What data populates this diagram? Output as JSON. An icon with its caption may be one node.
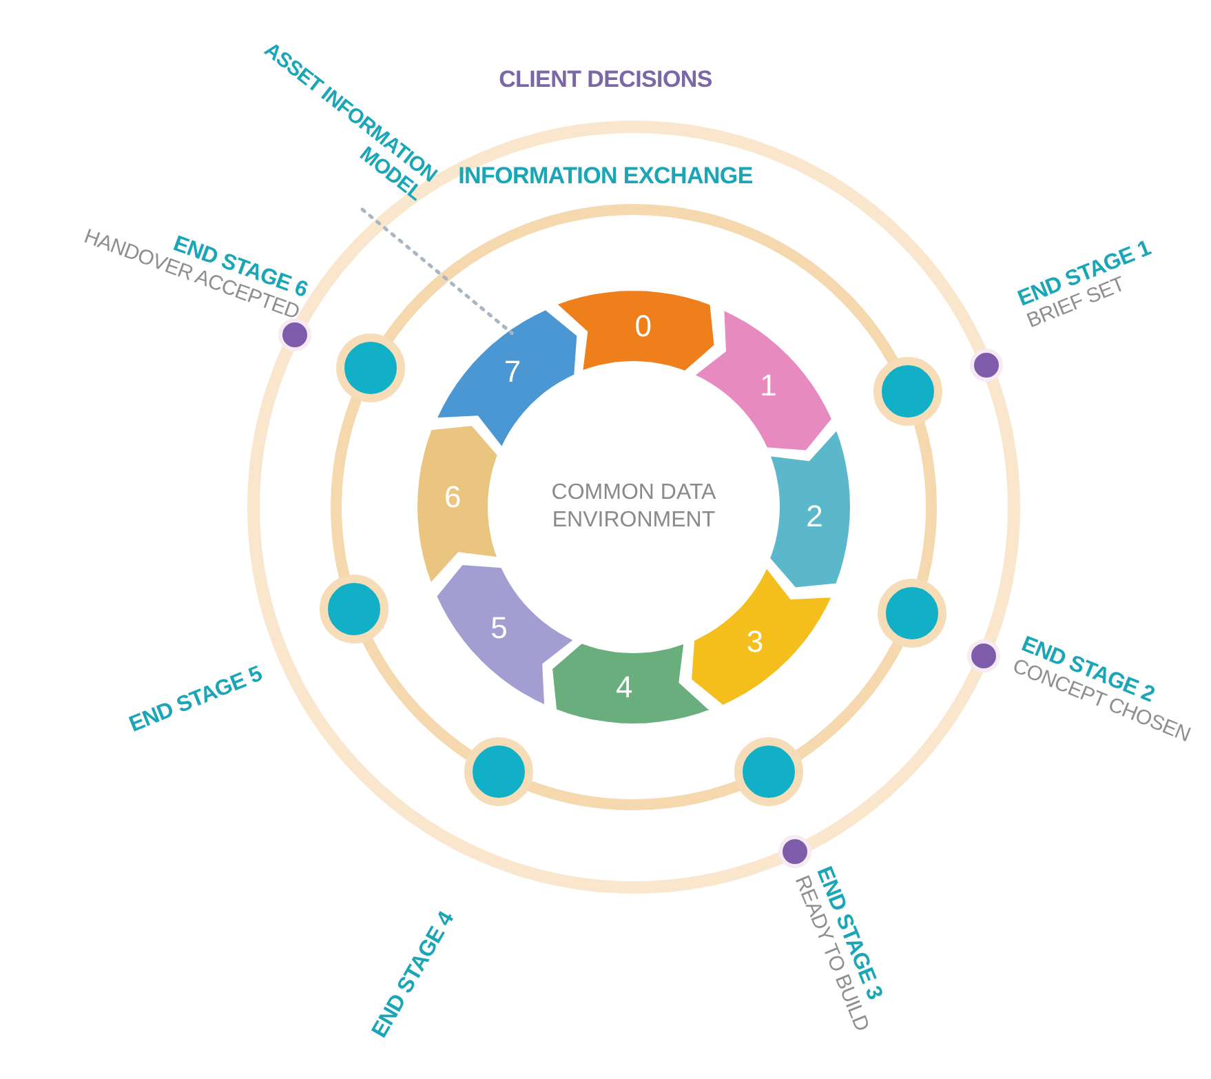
{
  "diagram": {
    "nodes": [
      {
        "text": [
          "COMMON DATA ENVIRONMENT"
        ]
      },
      {
        "text": [
          "0"
        ]
      },
      {
        "text": [
          "1"
        ]
      },
      {
        "text": [
          "2"
        ]
      },
      {
        "text": [
          "3"
        ]
      },
      {
        "text": [
          "4"
        ]
      },
      {
        "text": [
          "5"
        ]
      },
      {
        "text": [
          "6"
        ]
      },
      {
        "text": [
          "7"
        ]
      },
      {
        "text": [],
        "shape": "circle"
      },
      {
        "text": [],
        "shape": "circle"
      },
      {
        "text": [],
        "shape": "circle"
      },
      {
        "text": [],
        "shape": "circle"
      },
      {
        "text": [],
        "shape": "circle"
      },
      {
        "text": [],
        "shape": "circle"
      },
      {
        "text": [],
        "shape": "circle",
        "beside": [
          "END STAGE 6",
          "HANDOVER ACCEPTED"
        ]
      },
      {
        "text": [],
        "shape": "circle",
        "beside": [
          "END STAGE 1",
          "BRIEF SET"
        ]
      },
      {
        "text": [],
        "shape": "circle",
        "beside": [
          "END STAGE 2",
          "CONCEPT CHOSEN"
        ]
      },
      {
        "text": [],
        "shape": "circle",
        "beside": [
          "END STAGE 3",
          "READY TO BUILD"
        ]
      },
      {
        "text": [
          "ASSET INFORMATION MODEL"
        ]
      }
    ],
    "edges": [
      {
        "from": 19,
        "to": 8,
        "arrow": "none",
        "style": "dashed"
      }
    ],
    "labels": [
      "CLIENT DECISIONS",
      "INFORMATION EXCHANGE",
      "END STAGE 5",
      "END STAGE 4"
    ]
  }
}
